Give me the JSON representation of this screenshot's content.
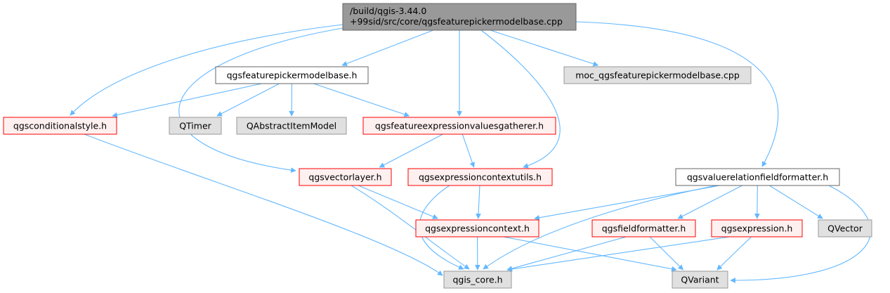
{
  "colors": {
    "edge": "#63b8ff",
    "root_fill": "#999999",
    "root_border": "#666666",
    "plain_fill": "#ffffff",
    "plain_border": "#666666",
    "external_fill": "#e0e0e0",
    "external_border": "#999999",
    "truncated_fill": "#fff0f0",
    "truncated_border": "#ff0000"
  },
  "nodes": {
    "root": {
      "lines": [
        "/build/qgis-3.44.0",
        "+99sid/src/core/qgsfeaturepickermodelbase.cpp"
      ],
      "style": "root"
    },
    "modelbase_h": {
      "lines": [
        "qgsfeaturepickermodelbase.h"
      ],
      "style": "plain"
    },
    "moc_cpp": {
      "lines": [
        "moc_qgsfeaturepickermodelbase.cpp"
      ],
      "style": "external"
    },
    "conditionalstyle": {
      "lines": [
        "qgsconditionalstyle.h"
      ],
      "style": "truncated"
    },
    "qtimer": {
      "lines": [
        "QTimer"
      ],
      "style": "external"
    },
    "qabstractitemmodel": {
      "lines": [
        "QAbstractItemModel"
      ],
      "style": "external"
    },
    "valuesgatherer": {
      "lines": [
        "qgsfeatureexpressionvaluesgatherer.h"
      ],
      "style": "truncated"
    },
    "vectorlayer": {
      "lines": [
        "qgsvectorlayer.h"
      ],
      "style": "truncated"
    },
    "contextutils": {
      "lines": [
        "qgsexpressioncontextutils.h"
      ],
      "style": "truncated"
    },
    "valuerelation": {
      "lines": [
        "qgsvaluerelationfieldformatter.h"
      ],
      "style": "plain"
    },
    "expressioncontext": {
      "lines": [
        "qgsexpressioncontext.h"
      ],
      "style": "truncated"
    },
    "fieldformatter": {
      "lines": [
        "qgsfieldformatter.h"
      ],
      "style": "truncated"
    },
    "expression": {
      "lines": [
        "qgsexpression.h"
      ],
      "style": "truncated"
    },
    "qvector": {
      "lines": [
        "QVector"
      ],
      "style": "external"
    },
    "qgis_core": {
      "lines": [
        "qgis_core.h"
      ],
      "style": "external"
    },
    "qvariant": {
      "lines": [
        "QVariant"
      ],
      "style": "external"
    }
  },
  "edges": [
    [
      "root",
      "modelbase_h"
    ],
    [
      "root",
      "moc_cpp"
    ],
    [
      "root",
      "conditionalstyle"
    ],
    [
      "root",
      "vectorlayer"
    ],
    [
      "root",
      "valuesgatherer"
    ],
    [
      "root",
      "contextutils"
    ],
    [
      "root",
      "valuerelation"
    ],
    [
      "modelbase_h",
      "conditionalstyle"
    ],
    [
      "modelbase_h",
      "qtimer"
    ],
    [
      "modelbase_h",
      "qabstractitemmodel"
    ],
    [
      "modelbase_h",
      "valuesgatherer"
    ],
    [
      "conditionalstyle",
      "qgis_core"
    ],
    [
      "valuesgatherer",
      "vectorlayer"
    ],
    [
      "valuesgatherer",
      "contextutils"
    ],
    [
      "vectorlayer",
      "expressioncontext"
    ],
    [
      "vectorlayer",
      "qgis_core"
    ],
    [
      "contextutils",
      "expressioncontext"
    ],
    [
      "contextutils",
      "qgis_core"
    ],
    [
      "expressioncontext",
      "qgis_core"
    ],
    [
      "expressioncontext",
      "qvariant"
    ],
    [
      "valuerelation",
      "expressioncontext"
    ],
    [
      "valuerelation",
      "fieldformatter"
    ],
    [
      "valuerelation",
      "expression"
    ],
    [
      "valuerelation",
      "qvector"
    ],
    [
      "valuerelation",
      "qgis_core"
    ],
    [
      "valuerelation",
      "qvariant"
    ],
    [
      "fieldformatter",
      "qgis_core"
    ],
    [
      "fieldformatter",
      "qvariant"
    ],
    [
      "expression",
      "qgis_core"
    ],
    [
      "expression",
      "qvariant"
    ]
  ]
}
